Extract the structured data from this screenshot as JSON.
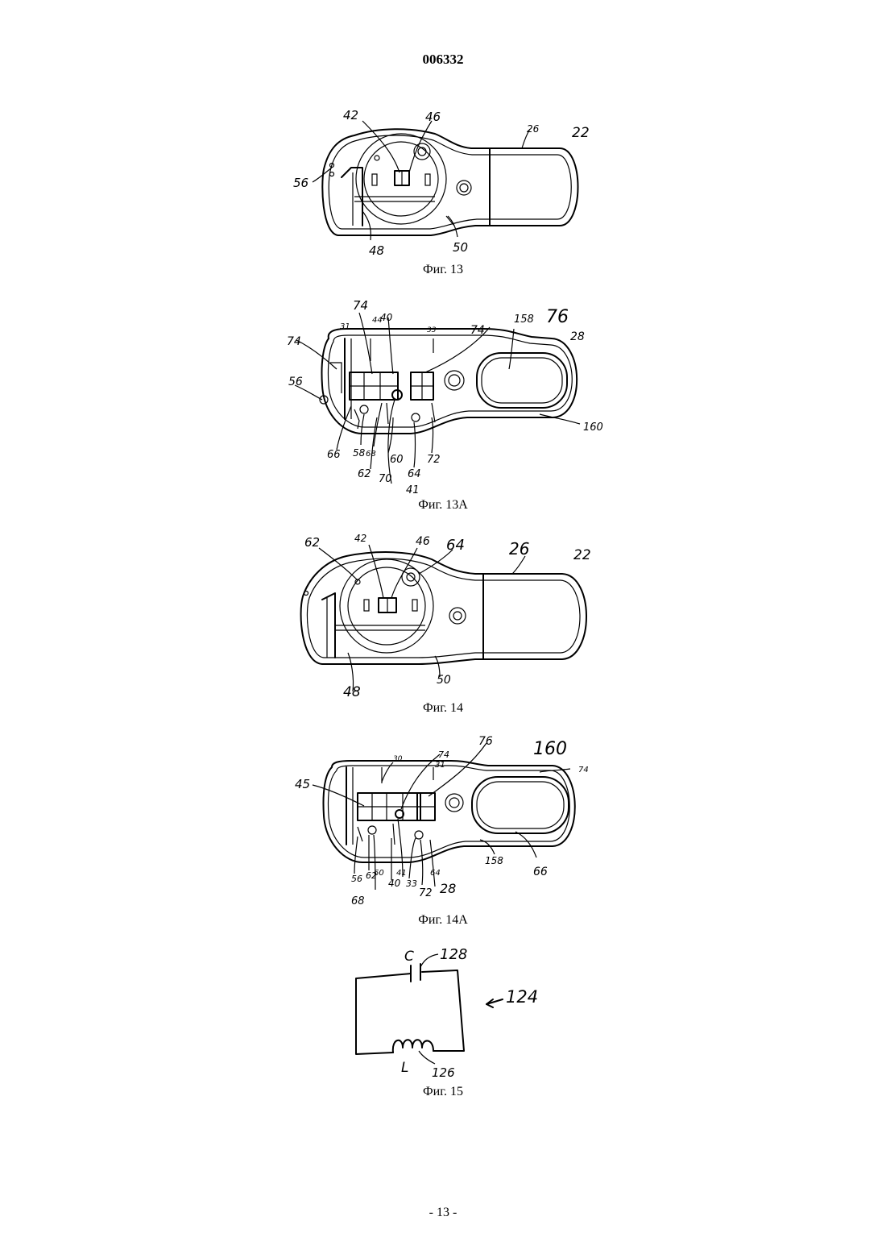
{
  "header": {
    "doc_number": "006332"
  },
  "figures": [
    {
      "caption": "Фиг. 13",
      "labels": [
        "42",
        "46",
        "26",
        "22",
        "56",
        "48",
        "50"
      ]
    },
    {
      "caption": "Фиг. 13A",
      "labels": [
        "74",
        "74",
        "44",
        "40",
        "33",
        "74",
        "158",
        "76",
        "28",
        "31",
        "56",
        "160",
        "66",
        "58",
        "68",
        "62",
        "70",
        "60",
        "64",
        "41",
        "72"
      ]
    },
    {
      "caption": "Фиг. 14",
      "labels": [
        "62",
        "42",
        "46",
        "64",
        "26",
        "22",
        "48",
        "50"
      ]
    },
    {
      "caption": "Фиг. 14A",
      "labels": [
        "45",
        "30",
        "74",
        "76",
        "160",
        "74",
        "31",
        "56",
        "62",
        "60",
        "40",
        "41",
        "33",
        "64",
        "72",
        "28",
        "158",
        "66",
        "68"
      ]
    },
    {
      "caption": "Фиг. 15",
      "labels": [
        "C",
        "128",
        "124",
        "L",
        "126"
      ]
    }
  ],
  "footer": {
    "page_number": "- 13 -"
  }
}
